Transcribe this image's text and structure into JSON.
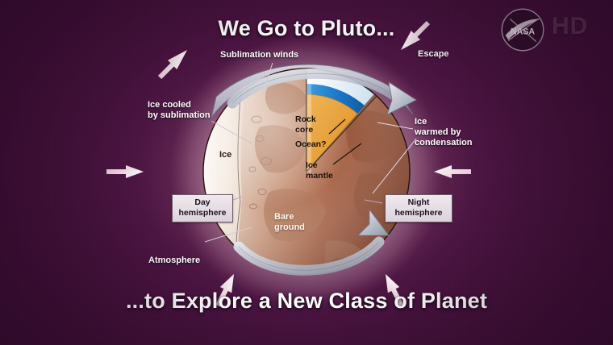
{
  "background_color": "#3d0f36",
  "glow_color": "#f2ced8",
  "headings": {
    "top": "We Go to Pluto...",
    "bottom": "...to Explore a New Class of Planet"
  },
  "branding": {
    "nasa_logo_alt": "NASA",
    "nasa_wordmark": "NASA",
    "hd_badge": "HD"
  },
  "labels": {
    "sublimation_winds": "Sublimation winds",
    "escape": "Escape",
    "ice_cooled": "Ice cooled\nby sublimation",
    "ice_warmed": "Ice\nwarmed by\ncondensation",
    "atmosphere": "Atmosphere",
    "ice": "Ice",
    "bare_ground": "Bare\nground",
    "day_hemisphere": "Day\nhemisphere",
    "night_hemisphere": "Night\nhemisphere"
  },
  "interior_layers": {
    "rock_core": "Rock\ncore",
    "ocean": "Ocean?",
    "ice_mantle": "Ice\nmantle"
  },
  "colors": {
    "rock_core": "#e9a13b",
    "ocean": "#1f7fd0",
    "ice_mantle": "#dceaf5",
    "bare_ground": "#a9634a",
    "ice_surface": "#f7efe8",
    "atmosphere_band": "#c9c9d4",
    "label_box_fill": "#e5dce3",
    "title_text": "#ffffff"
  },
  "arrows": {
    "escape_outward": [
      "up-left",
      "up-right",
      "left",
      "right",
      "down-left",
      "down-right"
    ],
    "circulation": [
      "top-day-to-night",
      "bottom-night-to-day"
    ]
  }
}
